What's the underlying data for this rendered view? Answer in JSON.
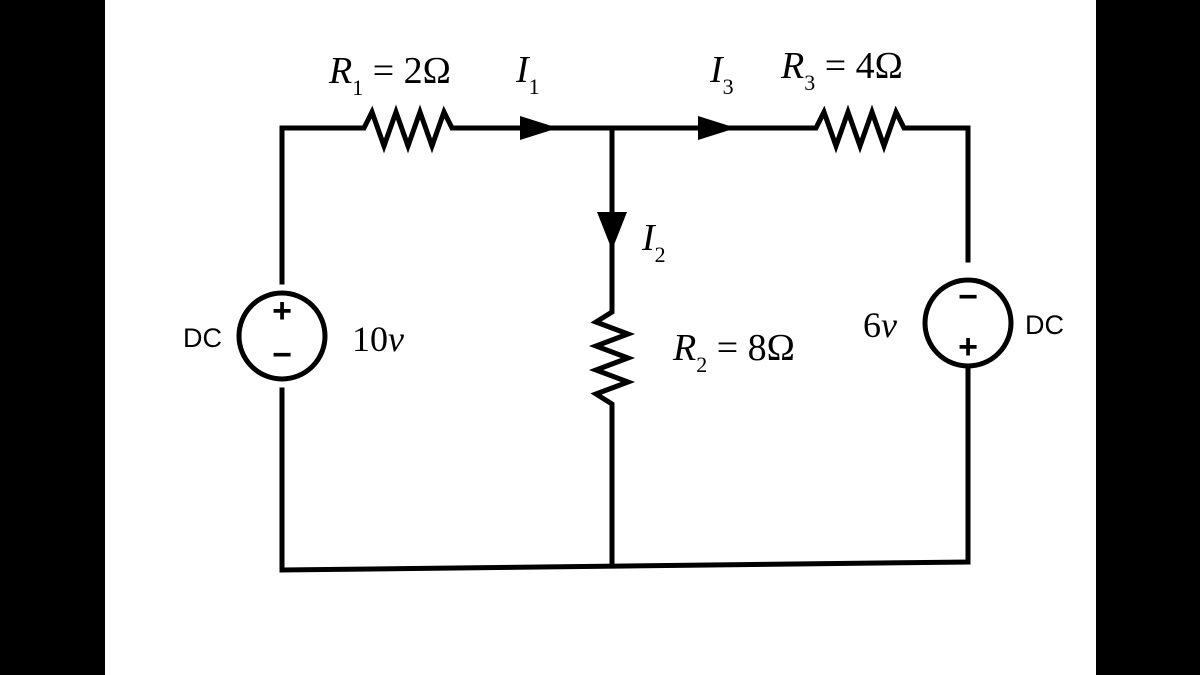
{
  "resistors": [
    {
      "id": "R1",
      "symbol": "R",
      "sub": "1",
      "eq": " = 2Ω"
    },
    {
      "id": "R2",
      "symbol": "R",
      "sub": "2",
      "eq": " = 8Ω"
    },
    {
      "id": "R3",
      "symbol": "R",
      "sub": "3",
      "eq": " = 4Ω"
    }
  ],
  "currents": [
    {
      "id": "I1",
      "symbol": "I",
      "sub": "1"
    },
    {
      "id": "I2",
      "symbol": "I",
      "sub": "2"
    },
    {
      "id": "I3",
      "symbol": "I",
      "sub": "3"
    }
  ],
  "sources": [
    {
      "id": "left",
      "type_label": "DC",
      "value_num": "10",
      "value_unit": "v",
      "top_sign": "+",
      "bottom_sign": "−"
    },
    {
      "id": "right",
      "type_label": "DC",
      "value_num": "6",
      "value_unit": "v",
      "top_sign": "−",
      "bottom_sign": "+"
    }
  ]
}
